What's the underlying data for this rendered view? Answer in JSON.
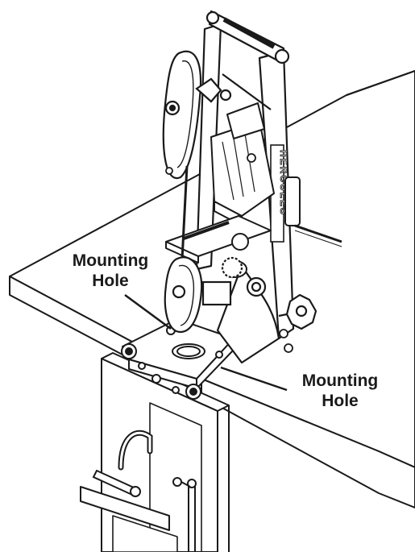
{
  "illustration": {
    "brand_mark": "HERCULES",
    "colors": {
      "line": "#1a1a1a",
      "fill": "#ffffff",
      "shade": "#3a3a3a",
      "background": "#ffffff"
    },
    "callouts": [
      {
        "line1": "Mounting",
        "line2": "Hole"
      },
      {
        "line1": "Mounting",
        "line2": "Hole"
      }
    ]
  }
}
